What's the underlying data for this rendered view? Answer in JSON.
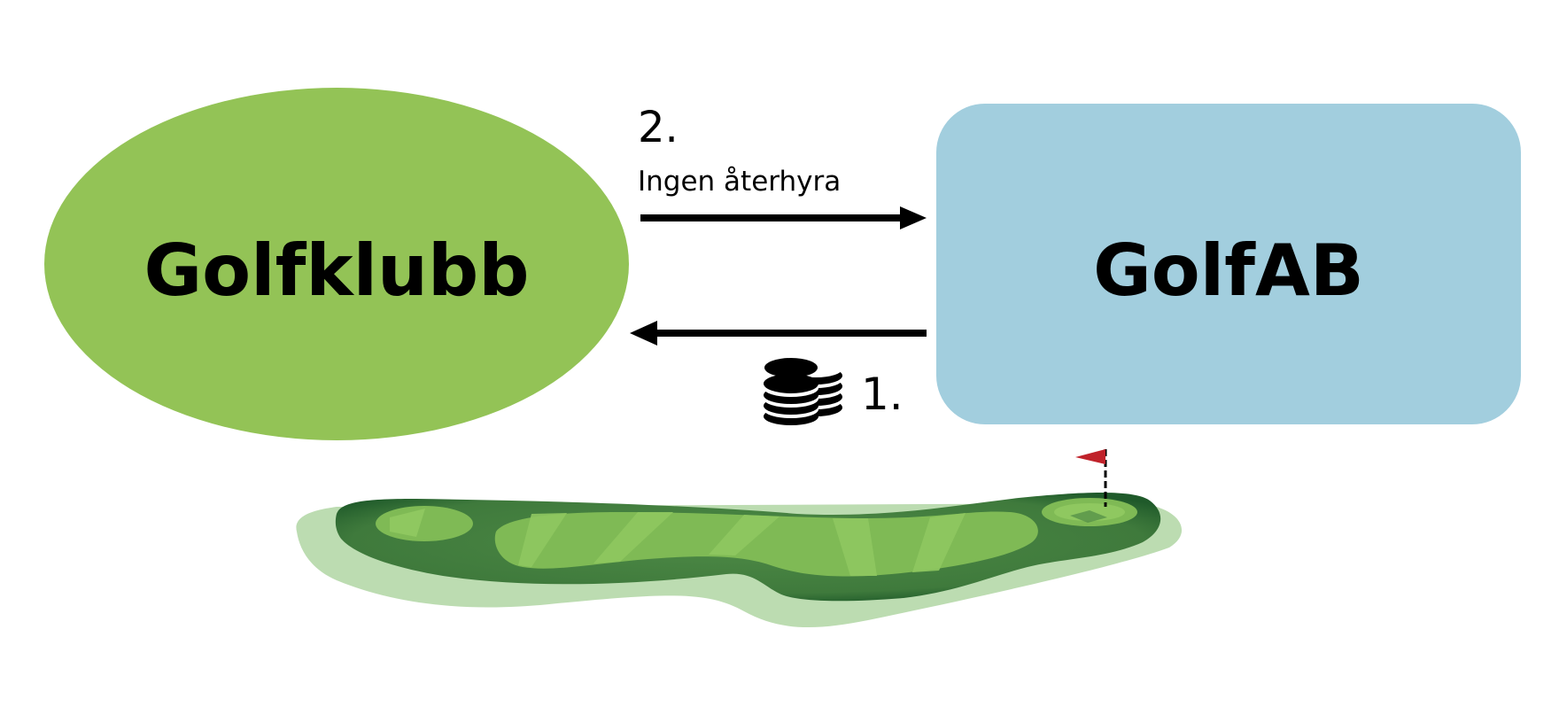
{
  "nodes": {
    "left": {
      "label": "Golfklubb",
      "color": "#93c356"
    },
    "right": {
      "label": "GolfAB",
      "color": "#a2cede"
    }
  },
  "flows": {
    "step2": {
      "number": "2.",
      "label": "Ingen återhyra"
    },
    "step1": {
      "number": "1.",
      "icon": "coins-icon"
    }
  },
  "illustration": {
    "icon": "golf-course-icon"
  }
}
